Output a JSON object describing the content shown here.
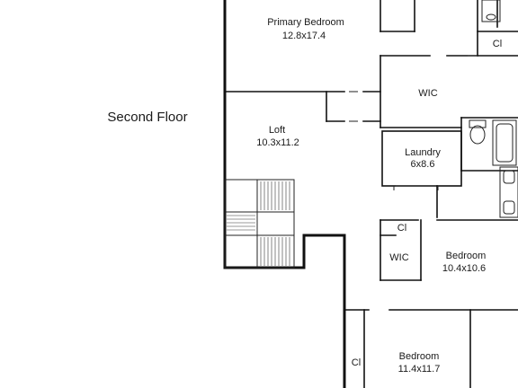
{
  "plan": {
    "floor_title": "Second Floor",
    "rooms": {
      "primary_bedroom": {
        "name": "Primary Bedroom",
        "dims": "12.8x17.4"
      },
      "wic_primary": {
        "name": "WIC"
      },
      "cl_primary": {
        "name": "Cl"
      },
      "loft": {
        "name": "Loft",
        "dims": "10.3x11.2"
      },
      "laundry": {
        "name": "Laundry",
        "dims": "6x8.6"
      },
      "cl_bedroom2": {
        "name": "Cl"
      },
      "wic_bedroom2": {
        "name": "WIC"
      },
      "bedroom2": {
        "name": "Bedroom",
        "dims": "10.4x10.6"
      },
      "cl_bedroom3": {
        "name": "Cl"
      },
      "bedroom3": {
        "name": "Bedroom",
        "dims": "11.4x11.7"
      }
    }
  }
}
